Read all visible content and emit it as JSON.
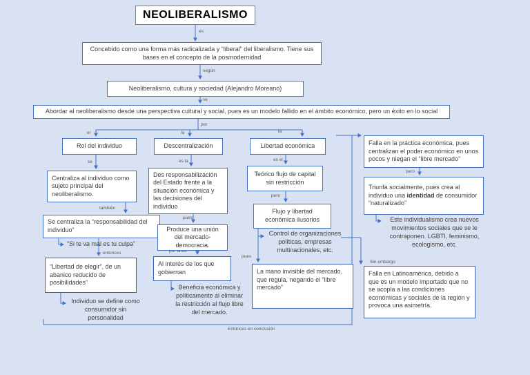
{
  "colors": {
    "background": "#d9e2f3",
    "box_border": "#4472c4",
    "connector": "#4472c4",
    "text": "#3f3f3f",
    "edge_label_text": "#595959",
    "title_border": "#7f7f7f"
  },
  "title": "NEOLIBERALISMO",
  "edges": {
    "es": "es",
    "segun": "según",
    "se": "se",
    "por": "por",
    "el": "el",
    "la": "la",
    "es_la": "es la",
    "tambien": "también",
    "entonces": "entonces",
    "pues": "pues",
    "por_tanto": "por tanto",
    "es_el": "es el",
    "pero": "pero",
    "sin_embargo": "Sin embargo",
    "conclusion": "Entonces en conclusión"
  },
  "nodes": {
    "intro": "Concebido como una forma más radicalizada y “liberal” del liberalismo. Tiene sus bases en el concepto de la posmodernidad",
    "source": "Neoliberalismo, cultura y sociedad (Alejandro Moreano)",
    "thesis": "Abordar al neoliberalismo desde una perspectiva cultural y social, pues es un modelo fallido en el ámbito económico, pero un éxito en lo social",
    "rol": "Rol del individuo",
    "descentralizacion": "Descentralización",
    "libertad": "Libertad económica",
    "centraliza": "Centraliza al individuo como sujeto principal del neoliberalismo.",
    "responsabilidad": "Se centraliza la “responsabilidad del individuo”",
    "culpa": "“Si te va mal es tu culpa”",
    "libertad_elegir": "“Libertad de elegir”, de un abanico reducido de posibilidades”",
    "consumidor": "Individuo se define como consumidor sin personalidad",
    "desresponsabilizacion": "Des responsabilización del Estado frente a la situación económica y las decisiones del individuo",
    "union": "Produce una unión del mercado-democracia.",
    "interes": "Al interés de los que gobiernan",
    "beneficia": "Beneficia económica y políticamente al eliminar la restricción al flujo libre del mercado.",
    "teorico": "Teórico flujo de capital sin restricción",
    "flujo_ilusorio": "Flujo y libertad económica ilusorios",
    "control": "Control de organizaciones políticas, empresas multinacionales, etc.",
    "mano_invisible": "La mano invisible del mercado, que regula, negando el “libre mercado”",
    "falla_practica": "Falla en la práctica económica, pues centralizan el poder económico en unos pocos y niegan el “libre mercado”",
    "triunfa_pre": "Triunfa socialmente, pues crea al individuo una ",
    "triunfa_bold": "identidad",
    "triunfa_post": " de consumidor “naturalizado”",
    "individualismo": "Este individualismo crea nuevos movimientos sociales que se le contraponen. LGBTI, feminismo, ecologismo, etc.",
    "falla_latam": "Falla en Latinoamérica, debido a que es un modelo importado que no se acopla a las condiciones económicas y sociales de la región y provoca una asimetría."
  }
}
